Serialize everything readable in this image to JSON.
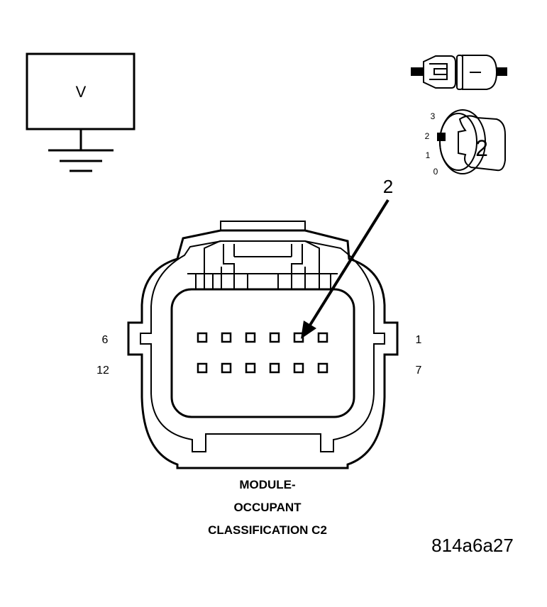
{
  "voltmeter": {
    "symbol": "V"
  },
  "connector_view": {
    "rotary": {
      "positions": [
        "3",
        "2",
        "1",
        "0"
      ],
      "selected_label": "2"
    }
  },
  "callout": {
    "label": "2",
    "target_pin": 2
  },
  "connector": {
    "row_top": {
      "left_label": "6",
      "right_label": "1"
    },
    "row_bottom": {
      "left_label": "12",
      "right_label": "7"
    }
  },
  "title": {
    "line1": "MODULE-",
    "line2": "OCCUPANT",
    "line3": "CLASSIFICATION C2"
  },
  "figure_id": "814a6a27"
}
